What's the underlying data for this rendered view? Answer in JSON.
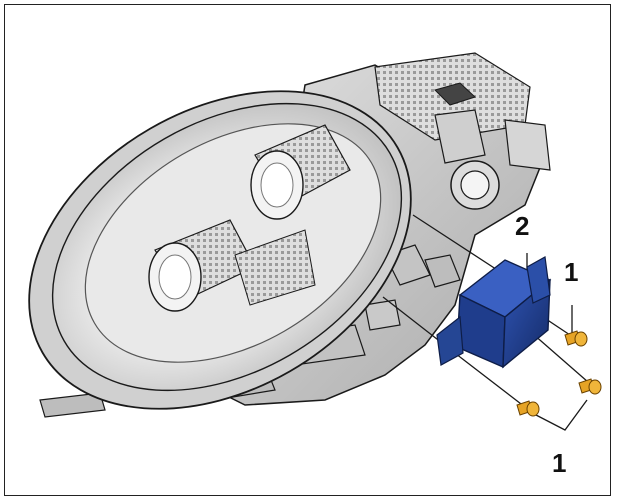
{
  "callouts": {
    "module": "2",
    "screw_top": "1",
    "screws_bottom": "1"
  },
  "colors": {
    "module": "#1f3d8c",
    "module_dark": "#12275e",
    "screw": "#e6a325",
    "housing_light": "#eeeeee",
    "housing_mid": "#c8c8c8",
    "housing_dark": "#7a7a7a",
    "outline": "#1a1a1a"
  }
}
